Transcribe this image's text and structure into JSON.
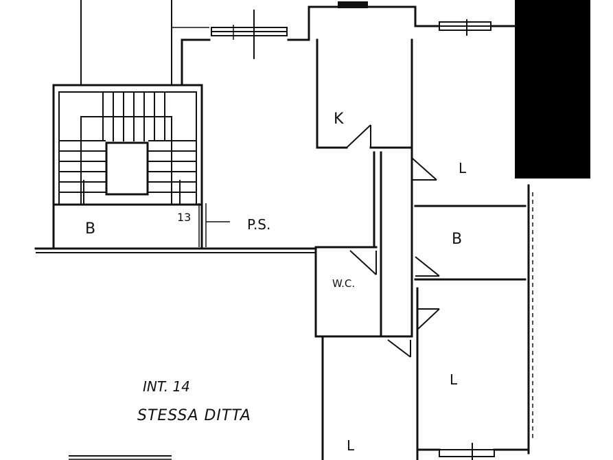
{
  "labels": {
    "kitchen": "K",
    "living_top": "L",
    "bath_left": "B",
    "stair_number": "13",
    "landing": "P.S.",
    "bath_right": "B",
    "wc": "W.C.",
    "living_mid": "L",
    "living_bottom": "L",
    "unit_number": "INT. 14",
    "owner_note": "STESSA DITTA"
  },
  "colors": {
    "ink": "#111111",
    "paper": "#ffffff"
  }
}
